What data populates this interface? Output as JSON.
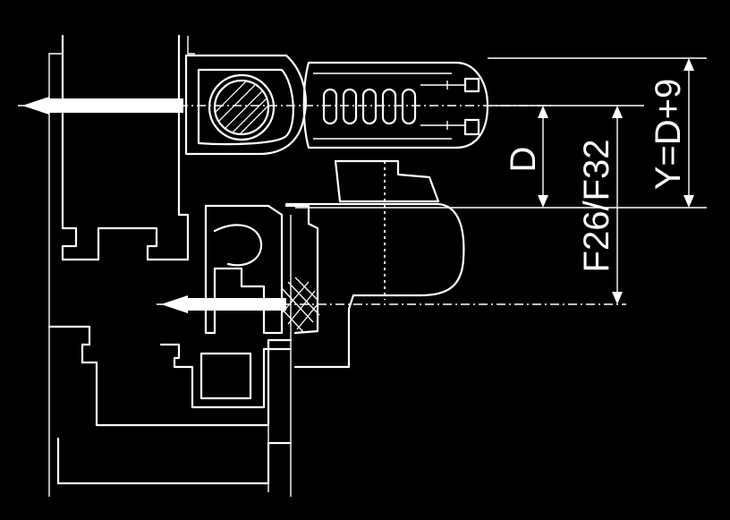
{
  "diagram": {
    "background": "#000000",
    "stroke": "#ffffff",
    "dimensions": {
      "d_label": "D",
      "f_label": "F26/F32",
      "y_label": "Y=D+9"
    }
  }
}
